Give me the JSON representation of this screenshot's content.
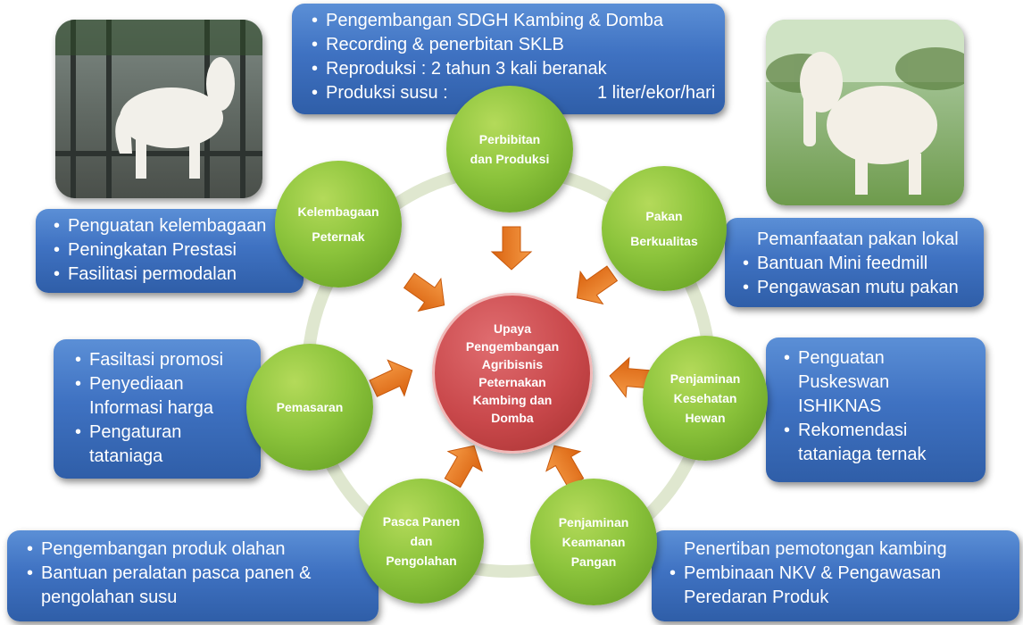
{
  "center": {
    "lines": [
      "Upaya",
      "Pengembangan",
      "Agribisnis",
      "Peternakan",
      "Kambing dan",
      "Domba"
    ]
  },
  "nodes": {
    "perbibitan": {
      "lines": [
        "Perbibitan",
        "dan Produksi"
      ]
    },
    "pakan": {
      "lines": [
        "Pakan",
        "Berkualitas"
      ]
    },
    "kesehatan": {
      "lines": [
        "Penjaminan",
        "Kesehatan",
        "Hewan"
      ]
    },
    "keamanan": {
      "lines": [
        "Penjaminan",
        "Keamanan",
        "Pangan"
      ]
    },
    "pascapanen": {
      "lines": [
        "Pasca Panen",
        "dan",
        "Pengolahan"
      ]
    },
    "pemasaran": {
      "lines": [
        "Pemasaran"
      ]
    },
    "kelembagaan": {
      "lines": [
        "Kelembagaan",
        "Peternak"
      ]
    }
  },
  "boxes": {
    "perbibitan": [
      "Pengembangan SDGH Kambing & Domba",
      "Recording & penerbitan SKLB",
      "Reproduksi : 2 tahun 3 kali beranak",
      "Produksi susu :",
      "1 liter/ekor/hari"
    ],
    "pakan": [
      "Pemanfaatan pakan lokal",
      "Bantuan Mini feedmill",
      "Pengawasan mutu pakan"
    ],
    "kesehatan": [
      "Penguatan",
      "Puskeswan",
      "ISHIKNAS",
      "Rekomendasi",
      "tataniaga  ternak"
    ],
    "keamanan": [
      "Penertiban pemotongan kambing",
      "Pembinaan  NKV & Pengawasan",
      "Peredaran Produk"
    ],
    "pascapanen": [
      "Pengembangan produk olahan",
      "Bantuan peralatan pasca panen  &",
      "pengolahan susu"
    ],
    "pemasaran": [
      "Fasiltasi promosi",
      "Penyediaan",
      "Informasi harga",
      "Pengaturan",
      "tataniaga"
    ],
    "kelembagaan": [
      "Penguatan kelembagaan",
      "Peningkatan Prestasi",
      "Fasilitasi permodalan"
    ]
  },
  "colors": {
    "box": "#3f72c2",
    "node": "#8cc43c",
    "center": "#c9484b",
    "arrow": "#e8761c",
    "ring": "#dfe7cf"
  },
  "icons": {
    "left_photo": "goat-in-pen-photo",
    "right_photo": "white-goat-photo",
    "arrows": "orange-arrow-icon"
  }
}
